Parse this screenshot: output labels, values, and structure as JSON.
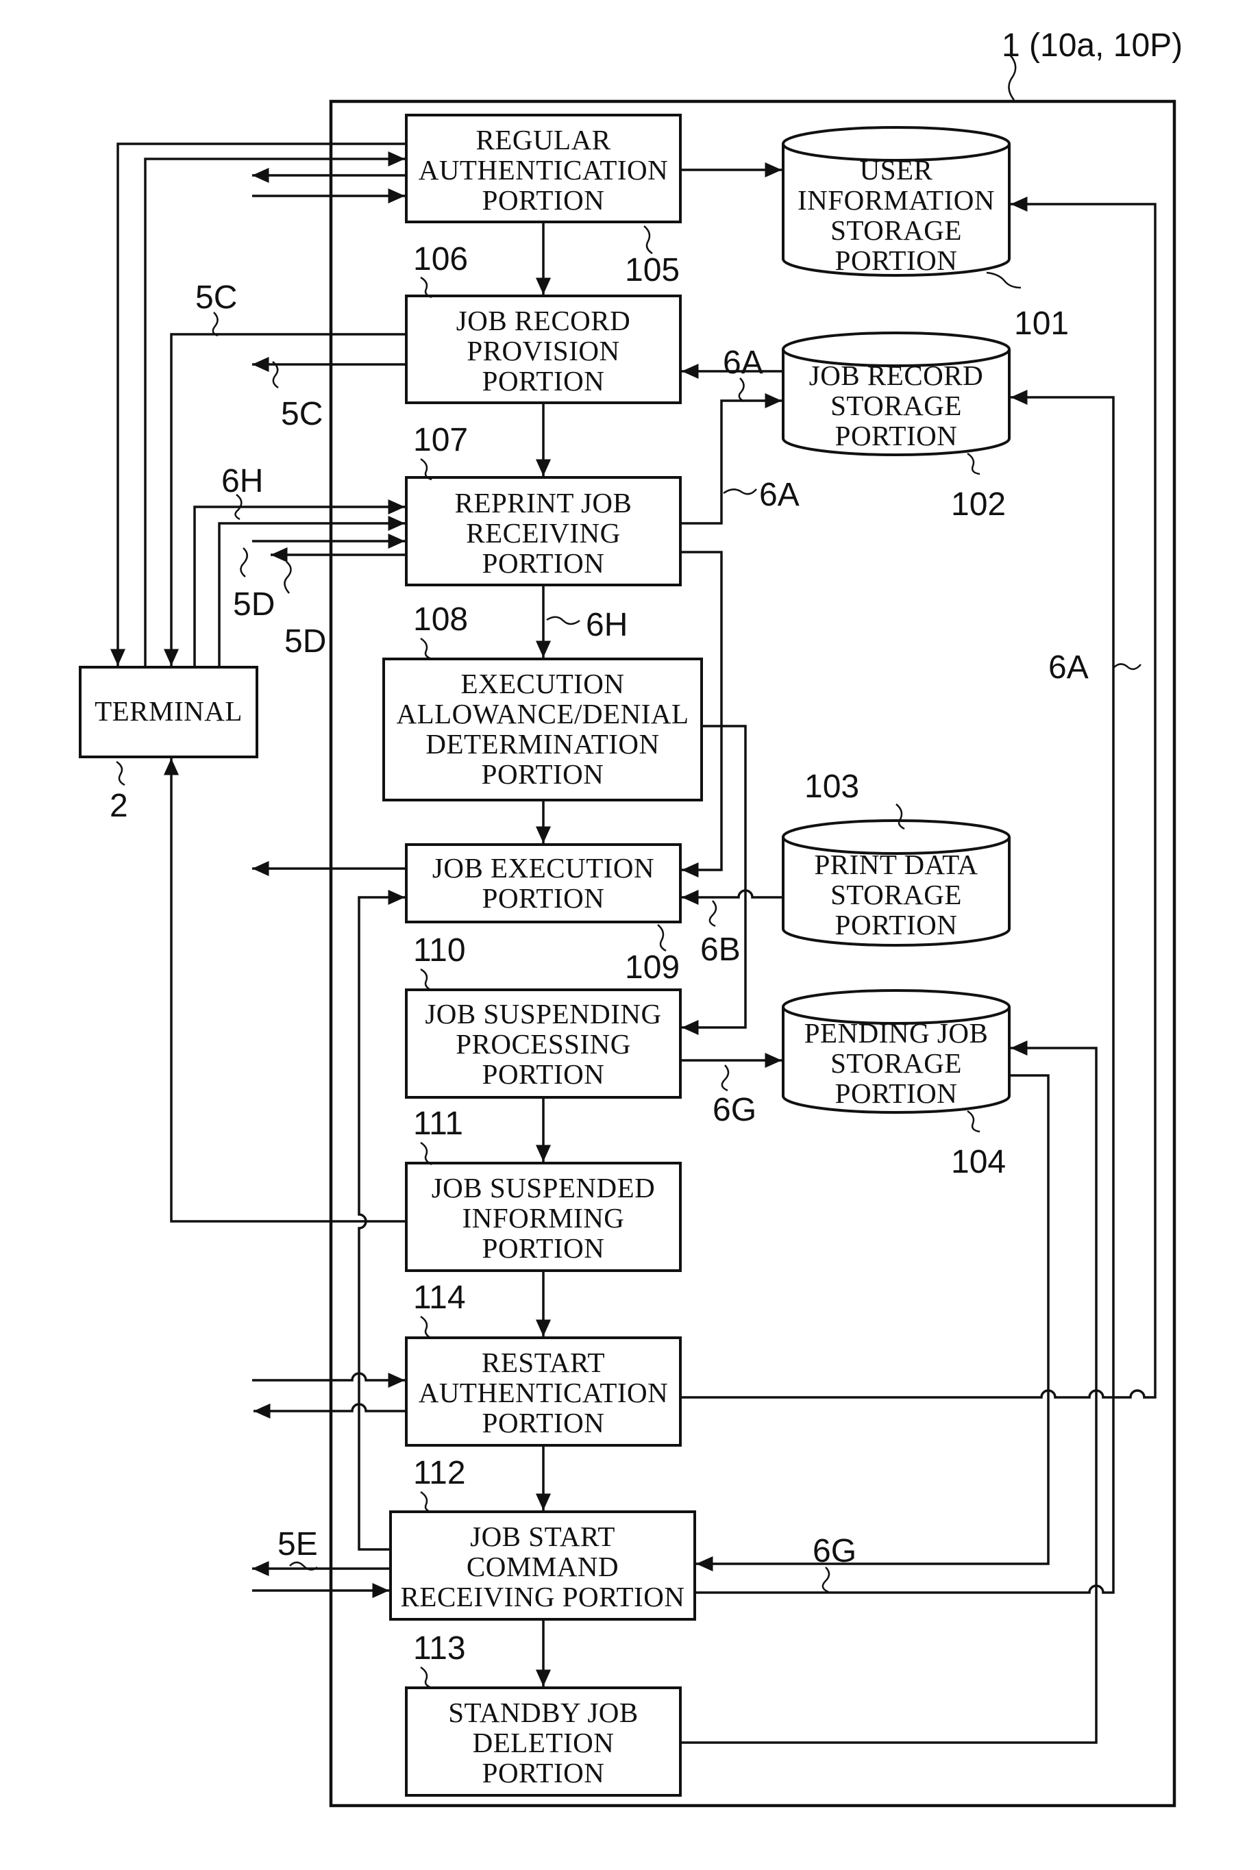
{
  "device_label": "1 (10a, 10P)",
  "blocks": {
    "b105": {
      "ref": "105",
      "lines": [
        "REGULAR",
        "AUTHENTICATION",
        "PORTION"
      ]
    },
    "b106": {
      "ref": "106",
      "lines": [
        "JOB RECORD",
        "PROVISION",
        "PORTION"
      ]
    },
    "b107": {
      "ref": "107",
      "lines": [
        "REPRINT JOB",
        "RECEIVING",
        "PORTION"
      ]
    },
    "b108": {
      "ref": "108",
      "lines": [
        "EXECUTION",
        "ALLOWANCE/DENIAL",
        "DETERMINATION",
        "PORTION"
      ]
    },
    "b109": {
      "ref": "109",
      "lines": [
        "JOB EXECUTION",
        "PORTION"
      ]
    },
    "b110": {
      "ref": "110",
      "lines": [
        "JOB SUSPENDING",
        "PROCESSING",
        "PORTION"
      ]
    },
    "b111": {
      "ref": "111",
      "lines": [
        "JOB SUSPENDED",
        "INFORMING",
        "PORTION"
      ]
    },
    "b114": {
      "ref": "114",
      "lines": [
        "RESTART",
        "AUTHENTICATION",
        "PORTION"
      ]
    },
    "b112": {
      "ref": "112",
      "lines": [
        "JOB START",
        "COMMAND",
        "RECEIVING PORTION"
      ]
    },
    "b113": {
      "ref": "113",
      "lines": [
        "STANDBY JOB",
        "DELETION",
        "PORTION"
      ]
    }
  },
  "storages": {
    "s101": {
      "ref": "101",
      "lines": [
        "USER",
        "INFORMATION",
        "STORAGE",
        "PORTION"
      ]
    },
    "s102": {
      "ref": "102",
      "lines": [
        "JOB RECORD",
        "STORAGE",
        "PORTION"
      ]
    },
    "s103": {
      "ref": "103",
      "lines": [
        "PRINT DATA",
        "STORAGE",
        "PORTION"
      ]
    },
    "s104": {
      "ref": "104",
      "lines": [
        "PENDING JOB",
        "STORAGE",
        "PORTION"
      ]
    }
  },
  "terminal": {
    "ref": "2",
    "lines": [
      "TERMINAL"
    ]
  },
  "signal_labels": {
    "l5c_a": "5C",
    "l5c_b": "5C",
    "l6a_a": "6A",
    "l6a_b": "6A",
    "l6a_c": "6A",
    "l6h_a": "6H",
    "l6h_b": "6H",
    "l5d_a": "5D",
    "l5d_b": "5D",
    "l6b": "6B",
    "l6g_a": "6G",
    "l6g_b": "6G",
    "l5e": "5E"
  }
}
